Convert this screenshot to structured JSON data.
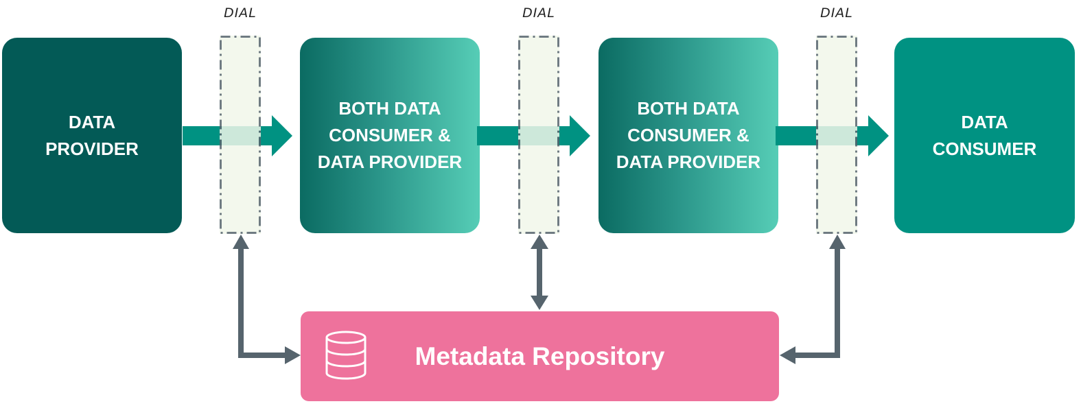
{
  "nodes": {
    "provider": "DATA\nPROVIDER",
    "both_1": "BOTH DATA\nCONSUMER &\nDATA PROVIDER",
    "both_2": "BOTH DATA\nCONSUMER &\nDATA PROVIDER",
    "consumer": "DATA\nCONSUMER"
  },
  "dials": [
    "DIAL",
    "DIAL",
    "DIAL"
  ],
  "repository": {
    "title": "Metadata Repository",
    "icon": "database-icon"
  },
  "colors": {
    "provider": "#035a56",
    "both_gradient": [
      "#0b6b62",
      "#2b968a",
      "#56cdb6"
    ],
    "consumer": "#009282",
    "flow_arrow": "#009282",
    "link_arrow": "#56646d",
    "dial_fill": "#f1f7ea",
    "dial_border": "#56646d",
    "repository": "#ee729c"
  }
}
